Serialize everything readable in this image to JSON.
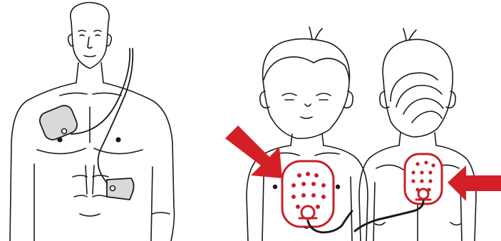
{
  "illustration": {
    "panels": [
      {
        "subject": "adult",
        "view": "front",
        "pad_count": 2
      },
      {
        "subject": "child",
        "view": "front",
        "pad_count": 1
      },
      {
        "subject": "child",
        "view": "back",
        "pad_count": 1
      }
    ],
    "colors": {
      "outline": "#1a1a1a",
      "adult_pad_fill": "#d9d9d9",
      "child_pad_color": "#c8202a",
      "arrow_color": "#d32027",
      "background": "#ffffff"
    }
  }
}
